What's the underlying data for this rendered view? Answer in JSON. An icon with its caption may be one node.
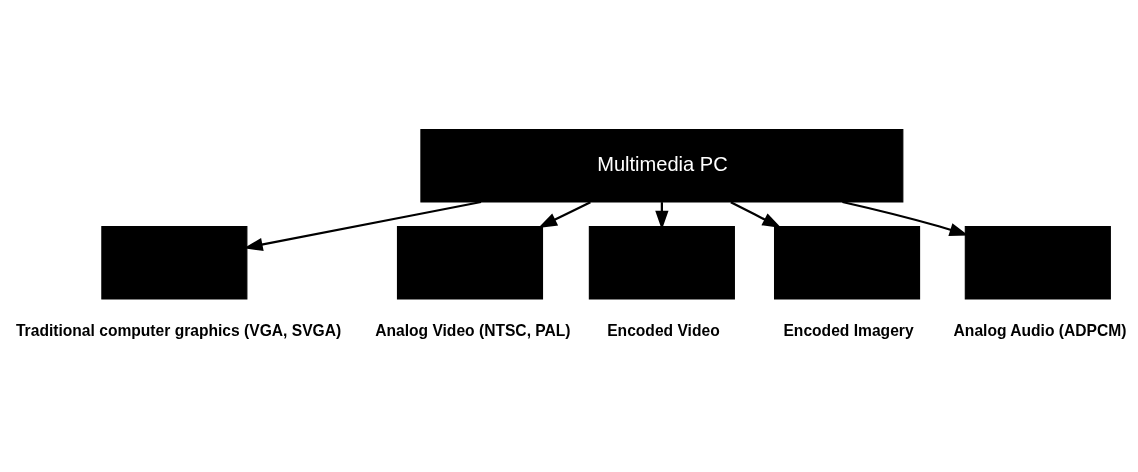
{
  "diagram": {
    "nodes": [
      {
        "text": [
          "Multimedia PC"
        ]
      },
      {
        "text": [],
        "shape": "box",
        "beside": [
          "Traditional computer graphics (VGA, SVGA)"
        ]
      },
      {
        "text": [],
        "shape": "box",
        "beside": [
          "Analog Video (NTSC, PAL)"
        ]
      },
      {
        "text": [],
        "shape": "box",
        "beside": [
          "Encoded Video"
        ]
      },
      {
        "text": [],
        "shape": "box",
        "beside": [
          "Encoded Imagery"
        ]
      },
      {
        "text": [],
        "shape": "box",
        "beside": [
          "Analog Audio (ADPCM)"
        ]
      }
    ],
    "edges": [
      {
        "from": 0,
        "to": 1,
        "arrow": "to"
      },
      {
        "from": 0,
        "to": 2,
        "arrow": "to"
      },
      {
        "from": 0,
        "to": 3,
        "arrow": "to"
      },
      {
        "from": 0,
        "to": 4,
        "arrow": "to"
      },
      {
        "from": 0,
        "to": 5,
        "arrow": "to"
      }
    ]
  }
}
